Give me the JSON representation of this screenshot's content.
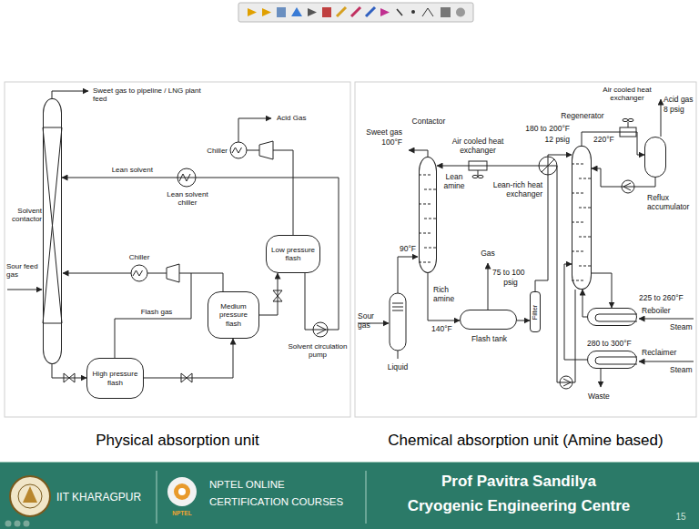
{
  "diagram": {
    "nodes": [
      {
        "text": [
          "Solvent contactor"
        ]
      },
      {
        "text": [
          "High pressure flash"
        ]
      },
      {
        "text": [
          "Medium pressure flash"
        ]
      },
      {
        "text": [
          "Low pressure flash"
        ]
      },
      {
        "text": [
          "Contactor"
        ]
      },
      {
        "text": [
          "Flash tank"
        ]
      },
      {
        "text": [
          "Filter"
        ]
      },
      {
        "text": [
          "Regenerator"
        ]
      },
      {
        "text": [
          "Reflux accumulator"
        ]
      },
      {
        "text": [
          "Reboiler"
        ]
      },
      {
        "text": [
          "Reclaimer"
        ]
      }
    ],
    "edges": [
      {
        "from": 0,
        "to": 1,
        "arrow": "to"
      },
      {
        "from": 1,
        "to": 2,
        "arrow": "to"
      },
      {
        "from": 2,
        "to": 3,
        "arrow": "to"
      },
      {
        "from": 3,
        "to": 0,
        "arrow": "to"
      },
      {
        "from": 4,
        "to": 5,
        "arrow": "to"
      },
      {
        "from": 5,
        "to": 6,
        "arrow": "to"
      },
      {
        "from": 6,
        "to": 7,
        "arrow": "to"
      },
      {
        "from": 7,
        "to": 4,
        "arrow": "to"
      },
      {
        "from": 7,
        "to": 8,
        "arrow": "to"
      },
      {
        "from": 8,
        "to": 7,
        "arrow": "to"
      },
      {
        "from": 7,
        "to": 9,
        "arrow": "to"
      },
      {
        "from": 9,
        "to": 7,
        "arrow": "to"
      },
      {
        "from": 10,
        "to": 7,
        "arrow": "to"
      }
    ],
    "labels": [
      "Sweet gas to pipeline / LNG plant feed",
      "Lean solvent",
      "Lean solvent chiller",
      "Acid Gas",
      "Chiller",
      "Chiller",
      "Flash gas",
      "Sour feed gas",
      "Solvent circulation pump",
      "Sweet gas",
      "100°F",
      "Air cooled heat exchanger",
      "Lean amine",
      "Lean-rich heat exchanger",
      "180 to 200°F",
      "12 psig",
      "220°F",
      "Air cooled heat exchanger",
      "Acid gas",
      "8 psig",
      "Sour gas",
      "90°F",
      "Liquid",
      "Rich amine",
      "140°F",
      "Gas",
      "75 to 100",
      "psig",
      "225 to 260°F",
      "Steam",
      "280 to 300°F",
      "Steam",
      "Waste",
      "Physical absorption unit",
      "Chemical absorption unit (Amine based)",
      "IIT KHARAGPUR",
      "NPTEL",
      "NPTEL ONLINE",
      "CERTIFICATION COURSES",
      "Prof Pavitra Sandilya",
      "Cryogenic Engineering Centre",
      "15"
    ]
  }
}
